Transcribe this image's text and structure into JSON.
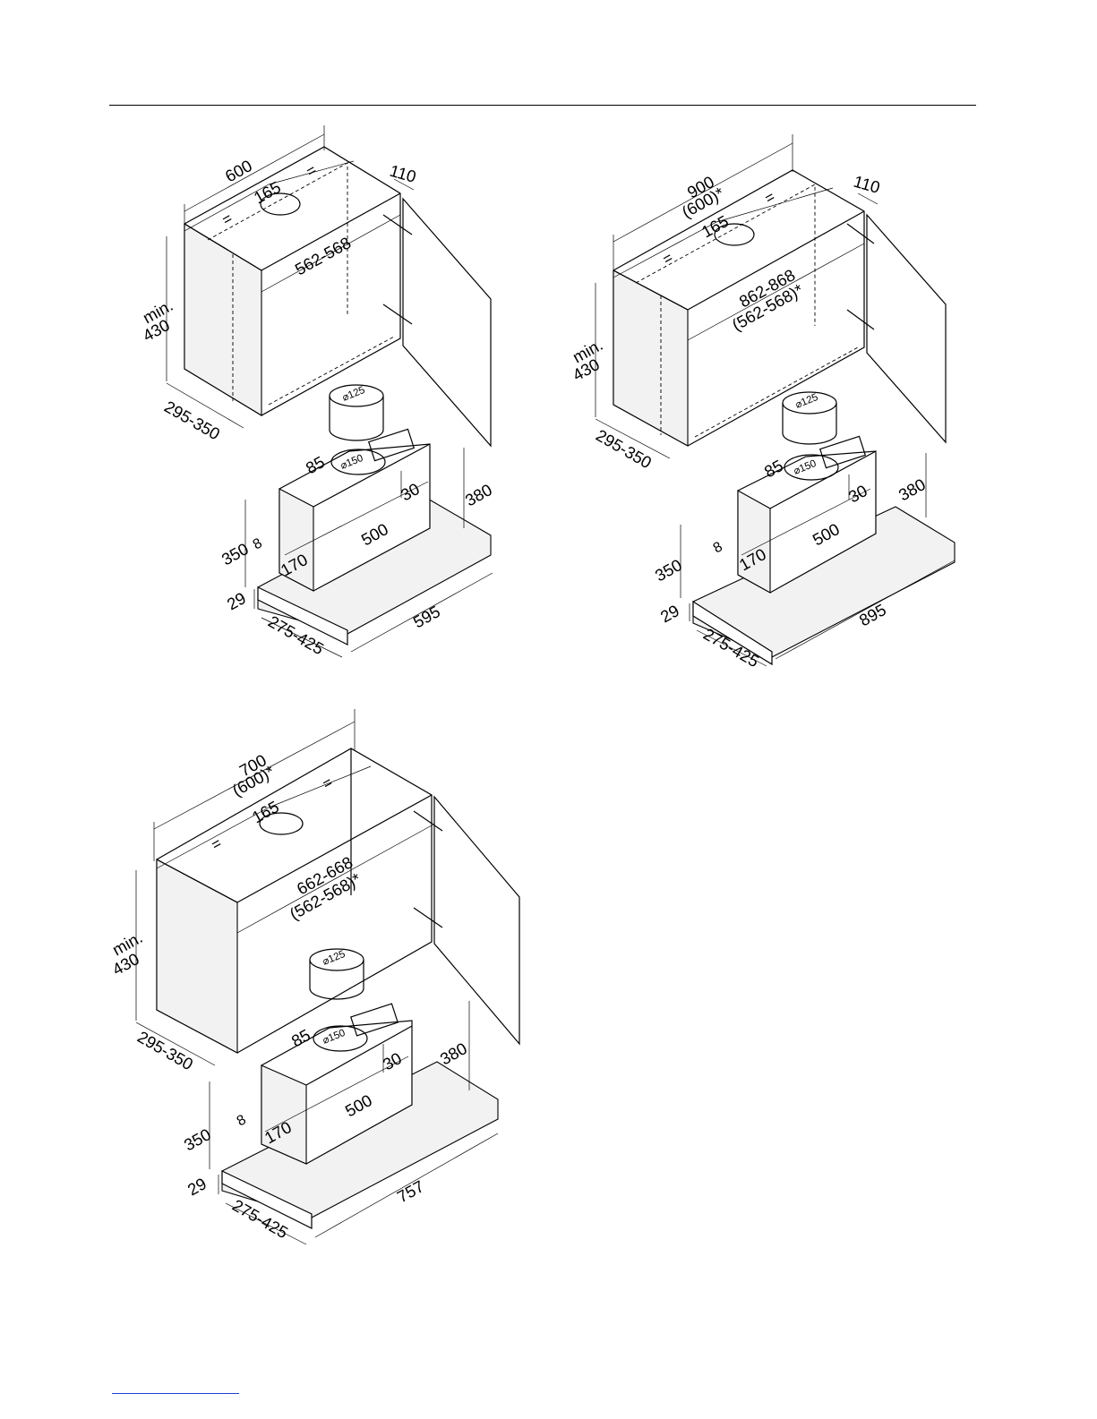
{
  "drawings": [
    {
      "id": "600",
      "cabinet_width": "600",
      "cabinet_width_alt": "",
      "bay_half": "=",
      "bay_half_2": "=",
      "duct_offset": "165",
      "door_gap": "110",
      "inner_width": "562-568",
      "inner_width_alt": "",
      "min_height_label": "min.",
      "min_height": "430",
      "cabinet_depth": "295-350",
      "duct_pipe": "⌀125",
      "outlet": "⌀150",
      "outlet_offset": "85",
      "outlet_height": "30",
      "hood_total_height": "380",
      "body_height": "350",
      "gap": "8",
      "body_depth": "170",
      "body_width": "500",
      "panel_thickness": "29",
      "hood_depth": "275-425",
      "hood_width": "595"
    },
    {
      "id": "900",
      "cabinet_width": "900",
      "cabinet_width_alt": "(600)*",
      "bay_half": "=",
      "bay_half_2": "=",
      "duct_offset": "165",
      "door_gap": "110",
      "inner_width": "862-868",
      "inner_width_alt": "(562-568)*",
      "min_height_label": "min.",
      "min_height": "430",
      "cabinet_depth": "295-350",
      "duct_pipe": "⌀125",
      "outlet": "⌀150",
      "outlet_offset": "85",
      "outlet_height": "30",
      "hood_total_height": "380",
      "body_height": "350",
      "gap": "8",
      "body_depth": "170",
      "body_width": "500",
      "panel_thickness": "29",
      "hood_depth": "275-425",
      "hood_width": "895"
    },
    {
      "id": "700",
      "cabinet_width": "700",
      "cabinet_width_alt": "(600)*",
      "bay_half": "=",
      "bay_half_2": "=",
      "duct_offset": "165",
      "door_gap": "",
      "inner_width": "662-668",
      "inner_width_alt": "(562-568)*",
      "min_height_label": "min.",
      "min_height": "430",
      "cabinet_depth": "295-350",
      "duct_pipe": "⌀125",
      "outlet": "⌀150",
      "outlet_offset": "85",
      "outlet_height": "30",
      "hood_total_height": "380",
      "body_height": "350",
      "gap": "8",
      "body_depth": "170",
      "body_width": "500",
      "panel_thickness": "29",
      "hood_depth": "275-425",
      "hood_width": "757"
    }
  ]
}
